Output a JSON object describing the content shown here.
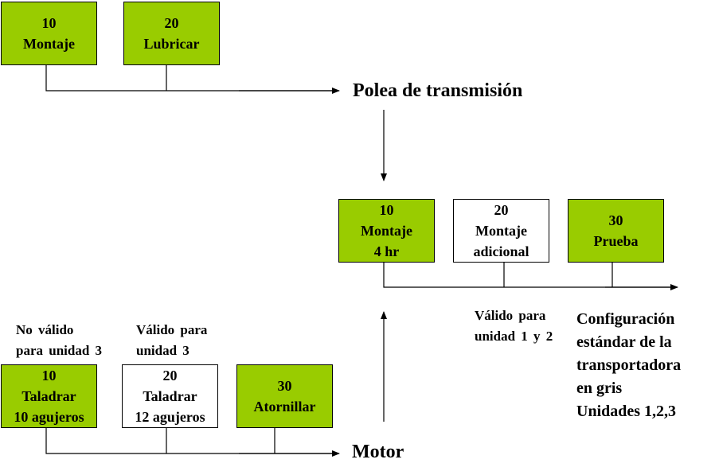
{
  "polea": {
    "title": "Polea de transmisión",
    "ops": [
      {
        "num": "10",
        "name": "Montaje"
      },
      {
        "num": "20",
        "name": "Lubricar"
      }
    ]
  },
  "transportadora": {
    "ops": [
      {
        "num": "10",
        "line2": "Montaje",
        "line3": "4 hr"
      },
      {
        "num": "20",
        "line2": "Montaje",
        "line3": "adicional"
      },
      {
        "num": "30",
        "line2": "Prueba"
      }
    ],
    "valid_note": [
      "Válido para",
      "unidad  1 y 2"
    ],
    "config_note": [
      "Configuración",
      "estándar de la",
      "transportadora",
      "en gris",
      "Unidades 1,2,3"
    ]
  },
  "motor": {
    "title": "Motor",
    "ops": [
      {
        "num": "10",
        "line2": "Taladrar",
        "line3": "10 agujeros"
      },
      {
        "num": "20",
        "line2": "Taladrar",
        "line3": "12 agujeros"
      },
      {
        "num": "30",
        "line2": "Atornillar"
      }
    ],
    "note_invalid": [
      "No válido",
      "para  unidad  3"
    ],
    "note_valid": [
      "Válido  para",
      "unidad  3"
    ]
  },
  "colors": {
    "standard_op": "#99cc00",
    "variant_op": "#ffffff",
    "line": "#000000"
  }
}
